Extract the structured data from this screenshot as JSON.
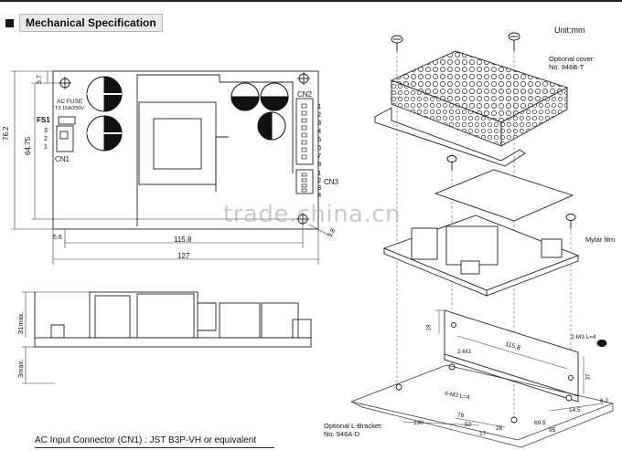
{
  "header": {
    "title": "Mechanical Specification"
  },
  "unit": "Unit:mm",
  "cover_label": {
    "line1": "Optional cover:",
    "line2": "No. 946B-T"
  },
  "bracket_label": {
    "line1": "Optional L-Bracket:",
    "line2": "No. 946A-D"
  },
  "mylar_label": "Mylar film",
  "board": {
    "ac_fuse": "AC FUSE",
    "fuse_rating": "T3.15A/250V",
    "fs1": "FS1",
    "cn1": "CN1",
    "cn2": "CN2",
    "cn3": "CN3",
    "cn1_pins": [
      "3",
      "2",
      "1"
    ],
    "cn2_pins": [
      "1",
      "2",
      "3",
      "4",
      "5",
      "6",
      "7",
      "8"
    ],
    "cn3_pins": [
      "1",
      "2",
      "3",
      "4"
    ]
  },
  "dims": {
    "d_76_2": "76.2",
    "d_64_75": "64.75",
    "d_5_7": "5.7",
    "d_5_6": "5.6",
    "d_115_8": "115.8",
    "d_127": "127",
    "d_3_8": "3.8",
    "d_31max": "31max.",
    "d_3max": "3max.",
    "b_115_8": "115.8",
    "b_2m3": "2-M3",
    "b_2m3l4": "2-M3 L=4",
    "b_6m3l4": "6-M3 L=4",
    "b_18": "18",
    "b_37": "37",
    "b_130": "130",
    "b_78": "78",
    "b_52": "52",
    "b_17": "17",
    "b_26": "26",
    "b_69_5": "69.5",
    "b_95": "95",
    "b_6_2": "6.2",
    "b_14_5": "14.5"
  },
  "watermark": "trade.china.cn",
  "footer": "AC Input Connector (CN1) : JST B3P-VH or equivalent"
}
